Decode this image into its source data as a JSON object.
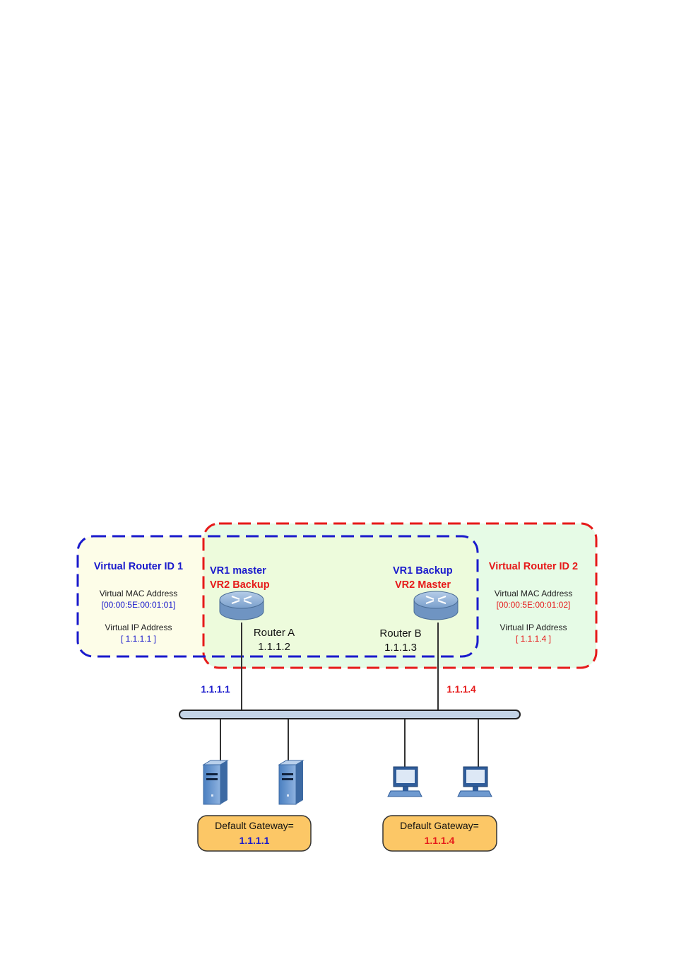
{
  "vr1": {
    "title": "Virtual Router ID 1",
    "mac_label": "Virtual MAC Address",
    "mac_value": "[00:00:5E:00:01:01]",
    "ip_label": "Virtual IP Address",
    "ip_value": "[ 1.1.1.1 ]"
  },
  "vr2": {
    "title": "Virtual Router ID 2",
    "mac_label": "Virtual MAC Address",
    "mac_value": "[00:00:5E:00:01:02]",
    "ip_label": "Virtual IP Address",
    "ip_value": "[ 1.1.1.4 ]"
  },
  "router_a": {
    "role1": "VR1 master",
    "role2": "VR2 Backup",
    "name": "Router A",
    "ip": "1.1.1.2",
    "link_ip": "1.1.1.1"
  },
  "router_b": {
    "role1": "VR1 Backup",
    "role2": "VR2 Master",
    "name": "Router B",
    "ip": "1.1.1.3",
    "link_ip": "1.1.1.4"
  },
  "gateway_left": {
    "label": "Default Gateway=",
    "value": "1.1.1.1"
  },
  "gateway_right": {
    "label": "Default Gateway=",
    "value": "1.1.1.4"
  },
  "colors": {
    "vr1": "#1a1acc",
    "vr2": "#e61a1a",
    "vr1_fill": "#fdfde8",
    "vr2_fill": "#e6fbe6",
    "overlap_fill": "#edfbdc",
    "gateway_fill": "#fcc766",
    "router_fill": "#8fb3d9",
    "bus_fill": "#c4d4e6"
  }
}
